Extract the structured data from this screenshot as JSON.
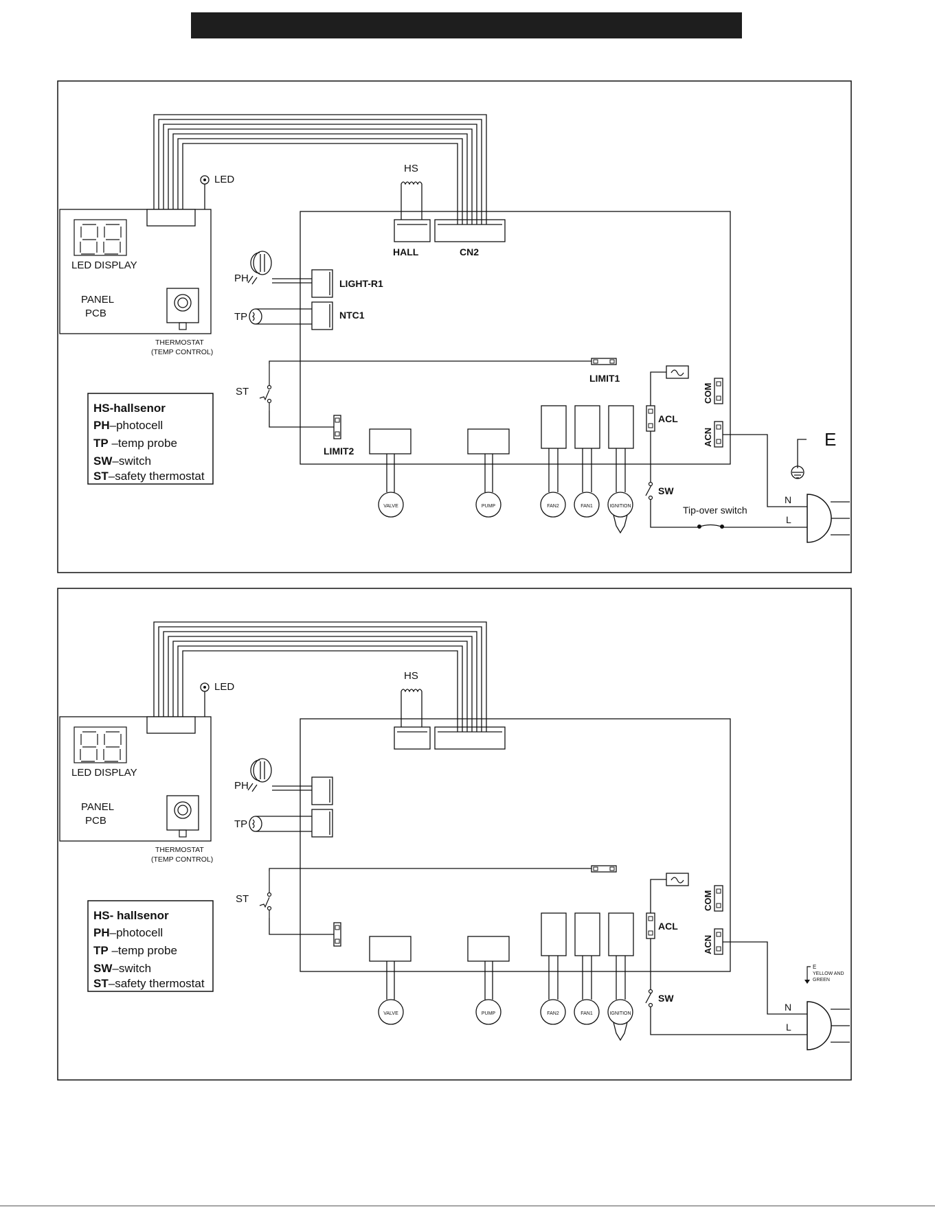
{
  "header": {
    "title": ""
  },
  "diagrams": [
    {
      "id": "top",
      "led": "LED",
      "hs": "HS",
      "led_display": "LED DISPLAY",
      "panel": "PANEL",
      "pcb": "PCB",
      "thermostat": "THERMOSTAT",
      "temp_control": "(TEMP CONTROL)",
      "ph": "PH",
      "tp": "TP",
      "st": "ST",
      "hall": "HALL",
      "cn2": "CN2",
      "light_r1": "LIGHT-R1",
      "ntc1": "NTC1",
      "limit1": "LIMIT1",
      "limit2": "LIMIT2",
      "acl": "ACL",
      "com": "COM",
      "acn": "ACN",
      "sw": "SW",
      "valve": "VALVE",
      "pump": "PUMP",
      "fan2": "FAN2",
      "fan1": "FAN1",
      "ignition": "IGNITION",
      "n": "N",
      "l": "L",
      "e": "E",
      "tip_over": "Tip-over switch",
      "legend": [
        {
          "code": "HS-",
          "desc": "hallsenor"
        },
        {
          "code": "PH",
          "desc": "–photocell"
        },
        {
          "code": "TP",
          "desc": " –temp probe"
        },
        {
          "code": "SW",
          "desc": "–switch"
        },
        {
          "code": "ST",
          "desc": "–safety thermostat"
        }
      ]
    },
    {
      "id": "bottom",
      "led": "LED",
      "hs": "HS",
      "led_display": "LED DISPLAY",
      "panel": "PANEL",
      "pcb": "PCB",
      "thermostat": "THERMOSTAT",
      "temp_control": "(TEMP CONTROL)",
      "ph": "PH",
      "tp": "TP",
      "st": "ST",
      "acl": "ACL",
      "com": "COM",
      "acn": "ACN",
      "sw": "SW",
      "valve": "VALVE",
      "pump": "PUMP",
      "fan2": "FAN2",
      "fan1": "FAN1",
      "ignition": "IGNITION",
      "n": "N",
      "l": "L",
      "e": "E",
      "yellow": "YELLOW AND",
      "green": "GREEN",
      "legend": [
        {
          "code": "HS-",
          "desc": " hallsenor"
        },
        {
          "code": "PH",
          "desc": "–photocell"
        },
        {
          "code": "TP",
          "desc": " –temp probe"
        },
        {
          "code": "SW",
          "desc": "–switch"
        },
        {
          "code": "ST",
          "desc": "–safety thermostat"
        }
      ]
    }
  ]
}
